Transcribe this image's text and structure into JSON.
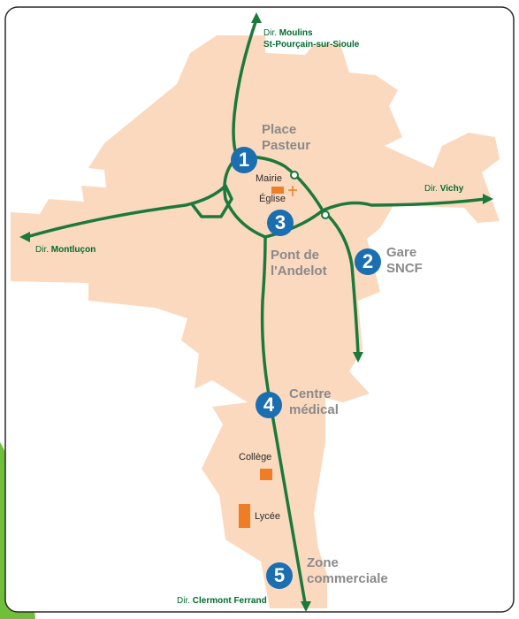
{
  "colors": {
    "town_area": "#fbd9bf",
    "road": "#1b7a3b",
    "marker": "#1b6fb0",
    "building": "#ef7d25",
    "frame": "#2a2a2a",
    "corner_accent": "#6fbf3a"
  },
  "places": {
    "place_pasteur": "Place\nPasteur",
    "gare_sncf": "Gare\nSNCF",
    "pont_andelot": "Pont de\nl'Andelot",
    "centre_medical": "Centre\nmédical",
    "zone_commerciale": "Zone\ncommerciale"
  },
  "markers": [
    "1",
    "2",
    "3",
    "4",
    "5"
  ],
  "landmarks": {
    "mairie": "Mairie",
    "eglise": "Église",
    "college": "Collège",
    "lycee": "Lycée"
  },
  "directions": {
    "prefix": "Dir.",
    "north_1": "Moulins",
    "north_2": "St-Pourçain-sur-Sioule",
    "east": "Vichy",
    "west": "Montluçon",
    "south": "Clermont Ferrand"
  },
  "icons": {
    "church": "cross-icon",
    "roundabout": "roundabout-icon"
  }
}
